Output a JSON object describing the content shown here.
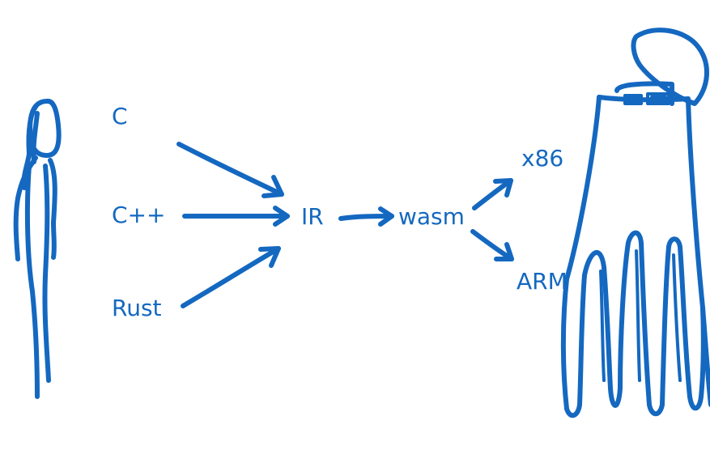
{
  "diagram": {
    "sources": [
      "C",
      "C++",
      "Rust"
    ],
    "intermediate": "IR",
    "output": "wasm",
    "targets": [
      "x86",
      "ARM"
    ],
    "color": "#1468c0"
  }
}
